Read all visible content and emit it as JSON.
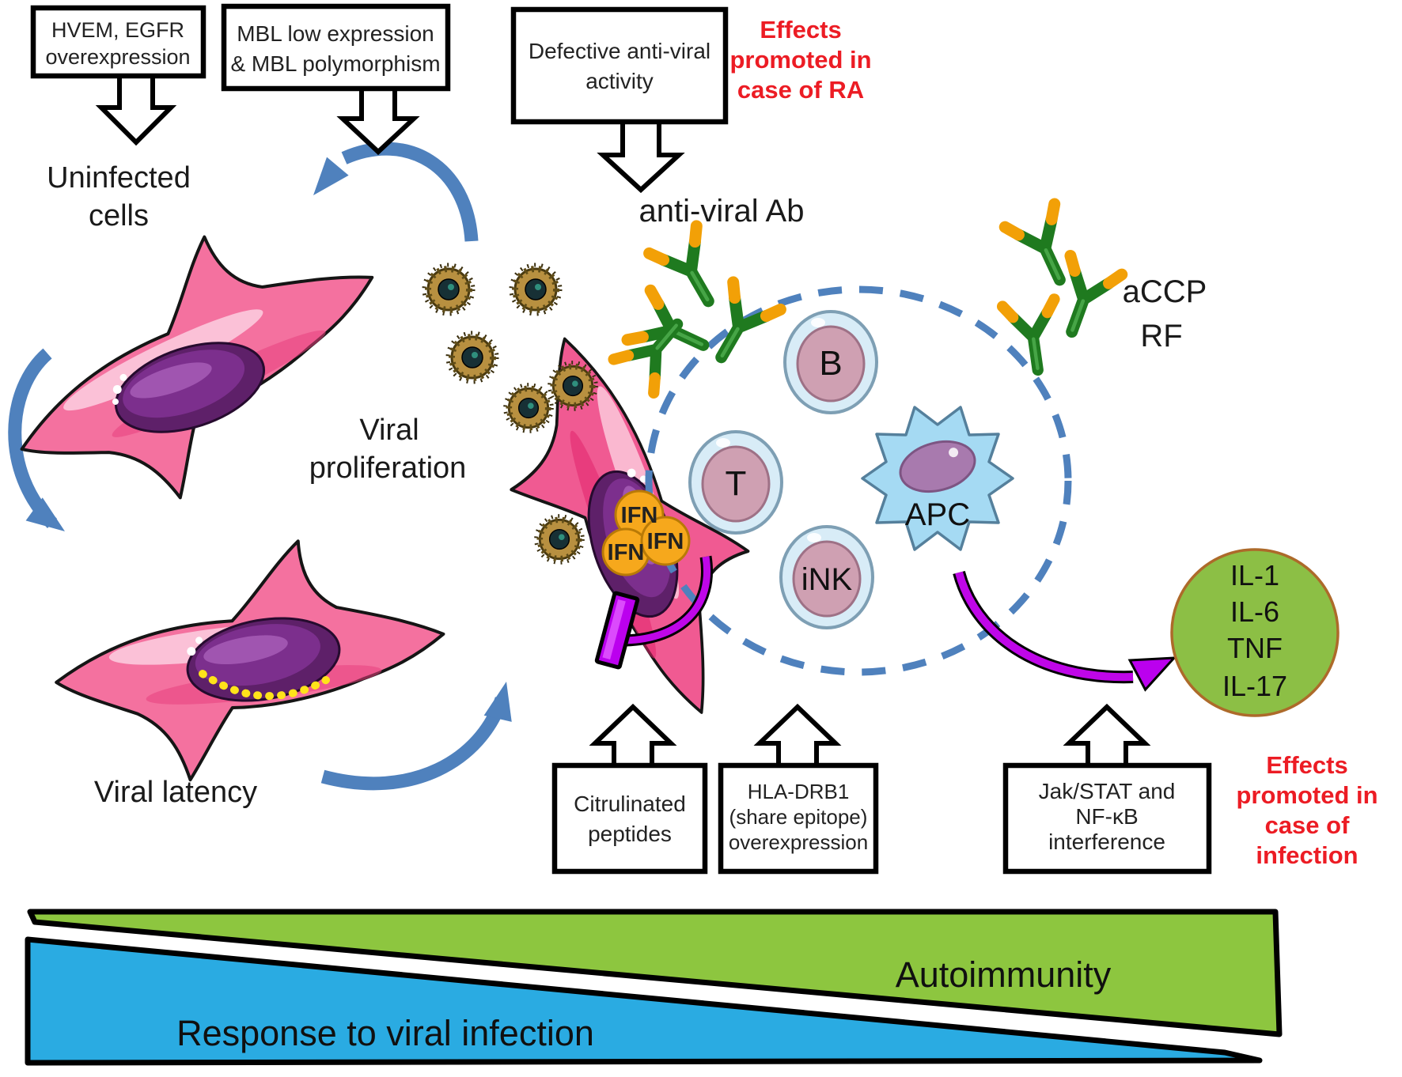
{
  "diagram": {
    "labels": {
      "uninfected_line1": "Uninfected",
      "uninfected_line2": "cells",
      "proliferation_line1": "Viral",
      "proliferation_line2": "proliferation",
      "latency": "Viral latency",
      "antiviral_ab": "anti-viral Ab",
      "accp": "aCCP",
      "rf": "RF"
    },
    "boxes": {
      "hvem": [
        "HVEM, EGFR",
        "overexpression"
      ],
      "mbl": [
        "MBL low expression",
        "& MBL polymorphism"
      ],
      "defective": [
        "Defective anti-viral",
        "activity"
      ],
      "citrulinated": [
        "Citrulinated",
        "peptides"
      ],
      "hla": [
        "HLA-DRB1",
        "(share epitope)",
        "overexpression"
      ],
      "jak": [
        "Jak/STAT and",
        "NF-κB",
        "interference"
      ]
    },
    "notes": {
      "ra": [
        "Effects",
        "promoted in",
        "case of RA"
      ],
      "infection": [
        "Effects",
        "promoted in",
        "case of",
        "infection"
      ]
    },
    "cells": {
      "b": "B",
      "t": "T",
      "ink": "iNK",
      "apc": "APC"
    },
    "ifn": "IFN",
    "cytokines": [
      "IL-1",
      "IL-6",
      "TNF",
      "IL-17"
    ],
    "wedges": {
      "autoimmunity": "Autoimmunity",
      "response": "Response to viral infection"
    },
    "colors": {
      "red_note": "#ec1c24",
      "dashed_circle": "#4f81bd",
      "arrow_blue": "#4f81bd",
      "purple": "#bf06e8",
      "wedge_green": "#8dc63f",
      "wedge_blue": "#2aabe2",
      "cytokine_green": "#8cbf45",
      "ifn_orange": "#f6a81c",
      "cell_pink": "#f4719f",
      "nucleus_purple": "#5e2069",
      "antibody_green": "#1f7a1f",
      "antibody_tip": "#f2a007",
      "virus_brown": "#b89040"
    }
  }
}
